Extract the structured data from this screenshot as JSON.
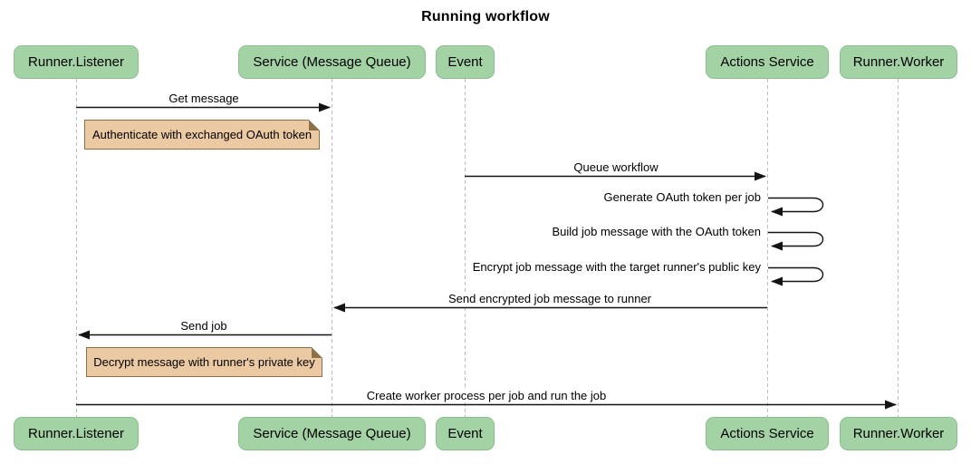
{
  "title": "Running workflow",
  "colors": {
    "participant_fill": "#a3d2a4",
    "participant_border": "#8cbd8f",
    "note_fill": "#ebc9a2",
    "note_border": "#8d7146",
    "lifeline": "#bbbbbb",
    "arrow": "#141414",
    "text": "#000000",
    "background": "#ffffff"
  },
  "participants": [
    {
      "id": "runner-listener",
      "label": "Runner.Listener"
    },
    {
      "id": "service-message-queue",
      "label": "Service (Message Queue)"
    },
    {
      "id": "event",
      "label": "Event"
    },
    {
      "id": "actions-service",
      "label": "Actions Service"
    },
    {
      "id": "runner-worker",
      "label": "Runner.Worker"
    }
  ],
  "messages": [
    {
      "type": "arrow",
      "from": "runner-listener",
      "to": "service-message-queue",
      "label": "Get message"
    },
    {
      "type": "note",
      "over": "runner-listener",
      "label": "Authenticate with exchanged OAuth token"
    },
    {
      "type": "arrow",
      "from": "event",
      "to": "actions-service",
      "label": "Queue workflow"
    },
    {
      "type": "self",
      "on": "actions-service",
      "label": "Generate OAuth token per job"
    },
    {
      "type": "self",
      "on": "actions-service",
      "label": "Build job message with the OAuth token"
    },
    {
      "type": "self",
      "on": "actions-service",
      "label": "Encrypt job message with the target runner's public key"
    },
    {
      "type": "arrow",
      "from": "actions-service",
      "to": "service-message-queue",
      "label": "Send encrypted job message to runner"
    },
    {
      "type": "arrow",
      "from": "service-message-queue",
      "to": "runner-listener",
      "label": "Send job"
    },
    {
      "type": "note",
      "over": "runner-listener",
      "label": "Decrypt message with runner's private key"
    },
    {
      "type": "arrow",
      "from": "runner-listener",
      "to": "runner-worker",
      "label": "Create worker process per job and run the job"
    }
  ]
}
